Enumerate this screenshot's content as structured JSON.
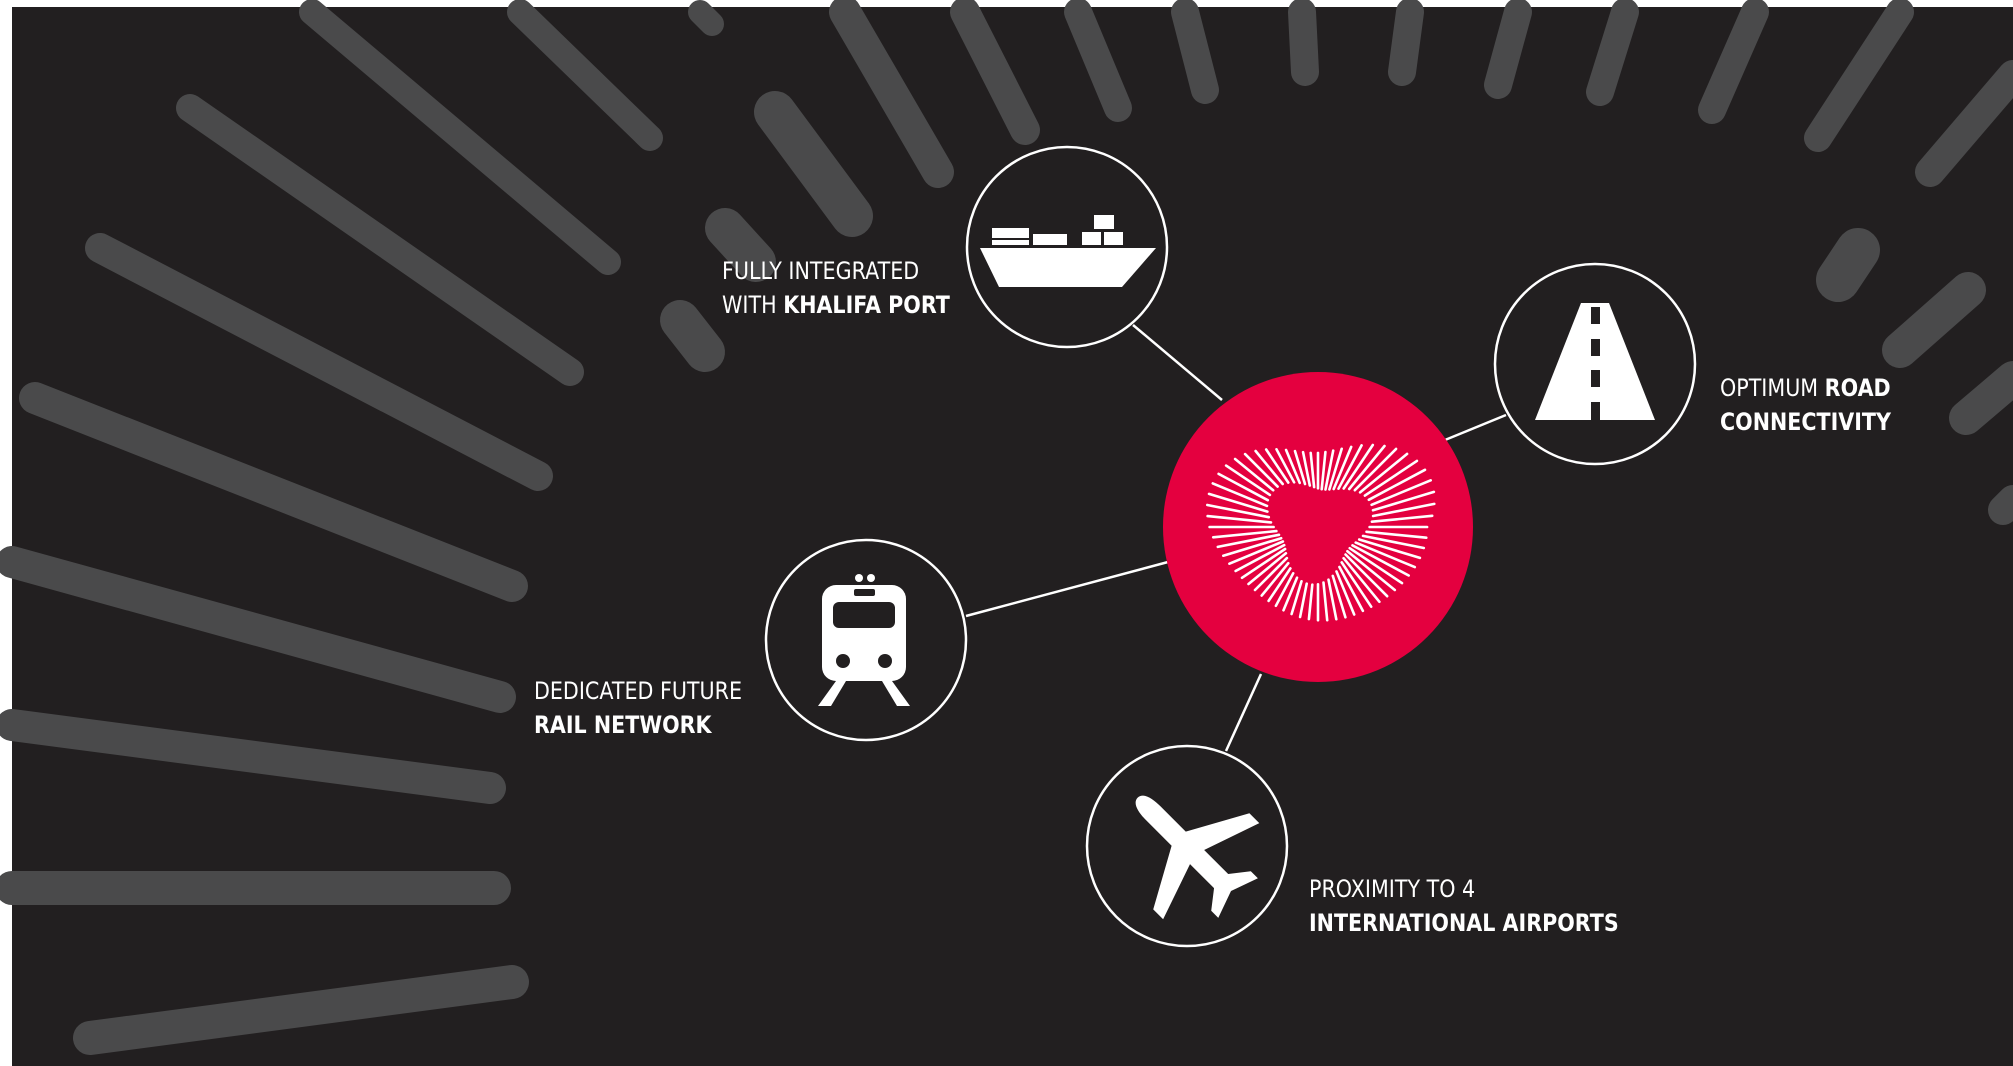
{
  "colors": {
    "background": "#221f20",
    "rays": "#4a4a4b",
    "hub": "#e4003f",
    "white": "#ffffff"
  },
  "hub": {
    "icon": "sunburst-logo-icon"
  },
  "nodes": [
    {
      "id": "port",
      "icon": "cargo-ship-icon",
      "line1": "FULLY INTEGRATED",
      "line2_light": "WITH ",
      "line2_bold": "KHALIFA PORT"
    },
    {
      "id": "road",
      "icon": "road-icon",
      "line1_light": "OPTIMUM ",
      "line1_bold": "ROAD",
      "line2_bold": "CONNECTIVITY"
    },
    {
      "id": "rail",
      "icon": "train-icon",
      "line1": "DEDICATED FUTURE",
      "line2_bold": "RAIL NETWORK"
    },
    {
      "id": "airports",
      "icon": "airplane-icon",
      "line1": "PROXIMITY TO 4",
      "line2_bold": "INTERNATIONAL AIRPORTS"
    }
  ]
}
